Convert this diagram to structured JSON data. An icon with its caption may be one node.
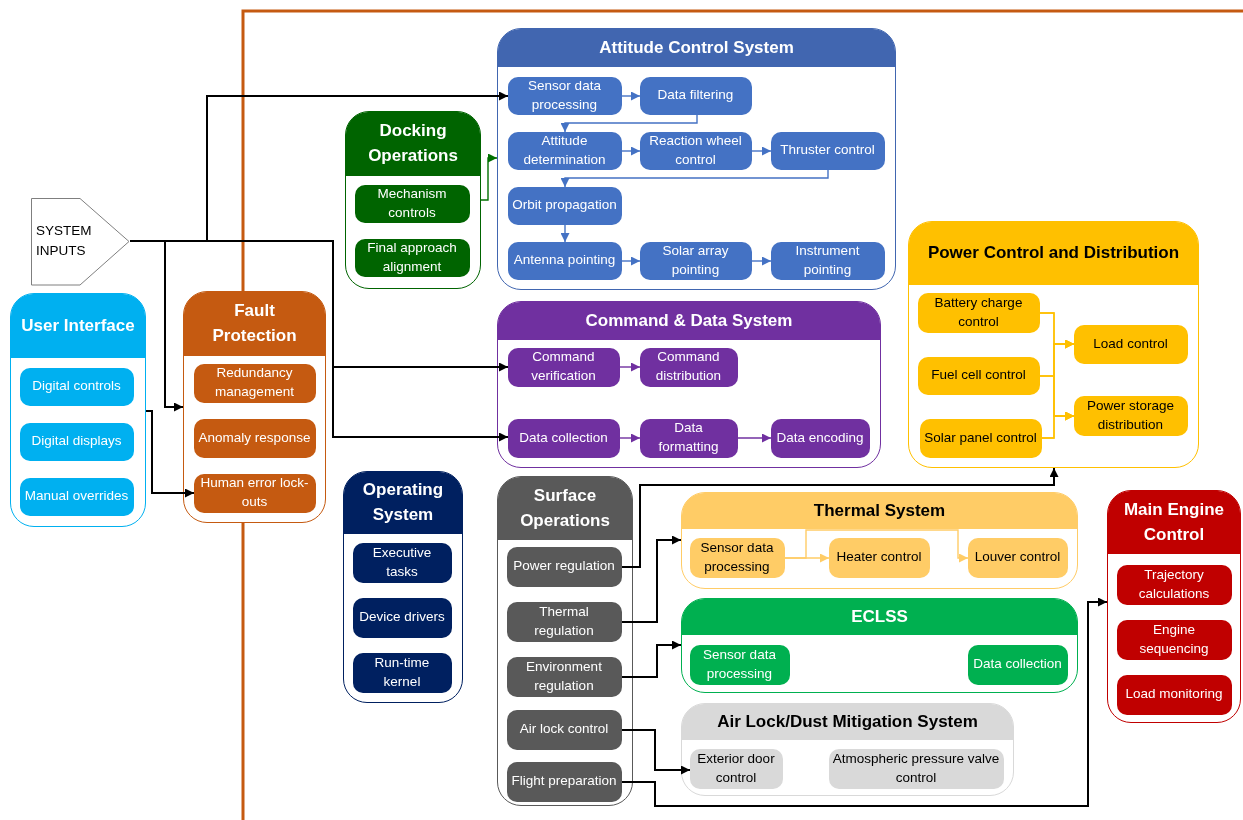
{
  "diagram": {
    "nodes": [
      {
        "text": [
          "SYSTEM INPUTS"
        ]
      },
      {
        "text": [
          "User Interface"
        ]
      },
      {
        "text": [
          "Digital controls"
        ],
        "in": 1
      },
      {
        "text": [
          "Digital displays"
        ],
        "in": 1
      },
      {
        "text": [
          "Manual overrides"
        ],
        "in": 1
      },
      {
        "text": [
          "Fault Protection"
        ]
      },
      {
        "text": [
          "Redundancy management"
        ],
        "in": 5
      },
      {
        "text": [
          "Anomaly response"
        ],
        "in": 5
      },
      {
        "text": [
          "Human error lock-outs"
        ],
        "in": 5
      },
      {
        "text": [
          "Docking Operations"
        ]
      },
      {
        "text": [
          "Mechanism controls"
        ],
        "in": 9
      },
      {
        "text": [
          "Final approach alignment"
        ],
        "in": 9
      },
      {
        "text": [
          "Attitude Control System"
        ]
      },
      {
        "text": [
          "Sensor data processing"
        ],
        "in": 12
      },
      {
        "text": [
          "Data filtering"
        ],
        "in": 12
      },
      {
        "text": [
          "Attitude determination"
        ],
        "in": 12
      },
      {
        "text": [
          "Reaction wheel control"
        ],
        "in": 12
      },
      {
        "text": [
          "Thruster control"
        ],
        "in": 12
      },
      {
        "text": [
          "Orbit propagation"
        ],
        "in": 12
      },
      {
        "text": [
          "Antenna pointing"
        ],
        "in": 12
      },
      {
        "text": [
          "Solar array pointing"
        ],
        "in": 12
      },
      {
        "text": [
          "Instrument pointing"
        ],
        "in": 12
      },
      {
        "text": [
          "Command & Data System"
        ]
      },
      {
        "text": [
          "Command verification"
        ],
        "in": 22
      },
      {
        "text": [
          "Command distribution"
        ],
        "in": 22
      },
      {
        "text": [
          "Data collection"
        ],
        "in": 22
      },
      {
        "text": [
          "Data formatting"
        ],
        "in": 22
      },
      {
        "text": [
          "Data encoding"
        ],
        "in": 22
      },
      {
        "text": [
          "Power Control and Distribution"
        ]
      },
      {
        "text": [
          "Battery charge control"
        ],
        "in": 28
      },
      {
        "text": [
          "Fuel cell control"
        ],
        "in": 28
      },
      {
        "text": [
          "Solar panel control"
        ],
        "in": 28
      },
      {
        "text": [
          "Load control"
        ],
        "in": 28
      },
      {
        "text": [
          "Power storage distribution"
        ],
        "in": 28
      },
      {
        "text": [
          "Operating System"
        ]
      },
      {
        "text": [
          "Executive tasks"
        ],
        "in": 34
      },
      {
        "text": [
          "Device drivers"
        ],
        "in": 34
      },
      {
        "text": [
          "Run-time kernel"
        ],
        "in": 34
      },
      {
        "text": [
          "Surface Operations"
        ]
      },
      {
        "text": [
          "Power regulation"
        ],
        "in": 38
      },
      {
        "text": [
          "Thermal regulation"
        ],
        "in": 38
      },
      {
        "text": [
          "Environment regulation"
        ],
        "in": 38
      },
      {
        "text": [
          "Air lock control"
        ],
        "in": 38
      },
      {
        "text": [
          "Flight preparation"
        ],
        "in": 38
      },
      {
        "text": [
          "Thermal System"
        ]
      },
      {
        "text": [
          "Sensor data processing"
        ],
        "in": 44
      },
      {
        "text": [
          "Heater control"
        ],
        "in": 44
      },
      {
        "text": [
          "Louver control"
        ],
        "in": 44
      },
      {
        "text": [
          "ECLSS"
        ]
      },
      {
        "text": [
          "Sensor data processing"
        ],
        "in": 48
      },
      {
        "text": [
          "Data collection"
        ],
        "in": 48
      },
      {
        "text": [
          "Air Lock/Dust Mitigation System"
        ]
      },
      {
        "text": [
          "Exterior door control"
        ],
        "in": 51
      },
      {
        "text": [
          "Atmospheric pressure valve control"
        ],
        "in": 51
      },
      {
        "text": [
          "Main Engine Control"
        ]
      },
      {
        "text": [
          "Trajectory calculations"
        ],
        "in": 54
      },
      {
        "text": [
          "Engine sequencing"
        ],
        "in": 54
      },
      {
        "text": [
          "Load monitoring"
        ],
        "in": 54
      }
    ],
    "edges": [
      {
        "from": 0,
        "to": 13,
        "arrow": "to"
      },
      {
        "from": 0,
        "to": 5,
        "arrow": "to"
      },
      {
        "from": 0,
        "to": 23,
        "arrow": "to"
      },
      {
        "from": 0,
        "to": 25,
        "arrow": "to"
      },
      {
        "from": 1,
        "to": 8,
        "arrow": "to"
      },
      {
        "from": 9,
        "to": 12,
        "arrow": "to",
        "color": "#007000"
      },
      {
        "from": 13,
        "to": 14,
        "arrow": "to",
        "color": "#4472c4"
      },
      {
        "from": 14,
        "to": 15,
        "arrow": "to",
        "color": "#4472c4"
      },
      {
        "from": 15,
        "to": 16,
        "arrow": "to",
        "color": "#4472c4"
      },
      {
        "from": 16,
        "to": 17,
        "arrow": "to",
        "color": "#4472c4"
      },
      {
        "from": 17,
        "to": 18,
        "arrow": "to",
        "color": "#4472c4"
      },
      {
        "from": 18,
        "to": 19,
        "arrow": "to",
        "color": "#4472c4"
      },
      {
        "from": 19,
        "to": 20,
        "arrow": "to",
        "color": "#4472c4"
      },
      {
        "from": 20,
        "to": 21,
        "arrow": "to",
        "color": "#4472c4"
      },
      {
        "from": 23,
        "to": 24,
        "arrow": "to",
        "color": "#7030a0"
      },
      {
        "from": 25,
        "to": 26,
        "arrow": "to",
        "color": "#7030a0"
      },
      {
        "from": 26,
        "to": 27,
        "arrow": "to",
        "color": "#7030a0"
      },
      {
        "from": 29,
        "to": 32,
        "arrow": "to",
        "color": "#ffc000"
      },
      {
        "from": 29,
        "to": 33,
        "arrow": "to",
        "color": "#ffc000"
      },
      {
        "from": 30,
        "to": 32,
        "arrow": "to",
        "color": "#ffc000"
      },
      {
        "from": 30,
        "to": 33,
        "arrow": "to",
        "color": "#ffc000"
      },
      {
        "from": 31,
        "to": 32,
        "arrow": "to",
        "color": "#ffc000"
      },
      {
        "from": 31,
        "to": 33,
        "arrow": "to",
        "color": "#ffc000"
      },
      {
        "from": 39,
        "to": 28,
        "arrow": "to"
      },
      {
        "from": 40,
        "to": 44,
        "arrow": "to"
      },
      {
        "from": 41,
        "to": 48,
        "arrow": "to"
      },
      {
        "from": 42,
        "to": 52,
        "arrow": "to"
      },
      {
        "from": 43,
        "to": 54,
        "arrow": "to"
      },
      {
        "from": 45,
        "to": 46,
        "arrow": "to",
        "color": "#ffcc66"
      },
      {
        "from": 45,
        "to": 47,
        "arrow": "to",
        "color": "#ffcc66"
      }
    ]
  }
}
